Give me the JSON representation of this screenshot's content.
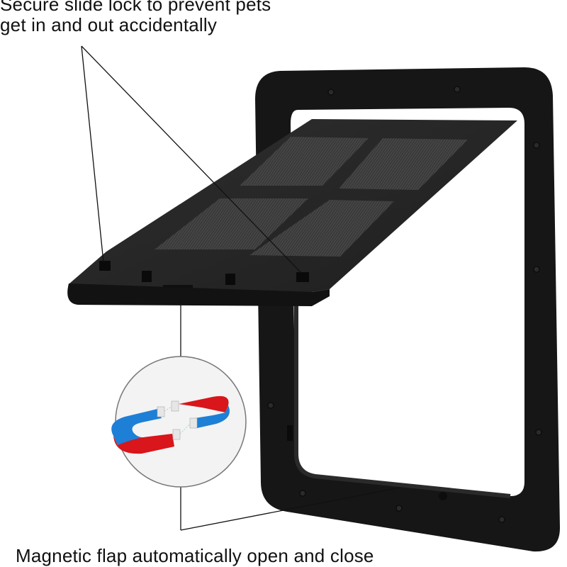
{
  "captions": {
    "top_line_1": "Secure slide lock to prevent pets",
    "top_line_2": "get in and out accidentally",
    "bottom": "Magnetic flap automatically open and close"
  },
  "product": {
    "name": "pet-door",
    "frame_color": "#1a1a1a",
    "flap_color": "#2b2b2b",
    "mesh_color": "#3d3d3d"
  },
  "magnet_icon": {
    "colors": {
      "red": "#d8161b",
      "blue": "#1e7fd6",
      "circle_bg": "#f3f3f3"
    }
  }
}
